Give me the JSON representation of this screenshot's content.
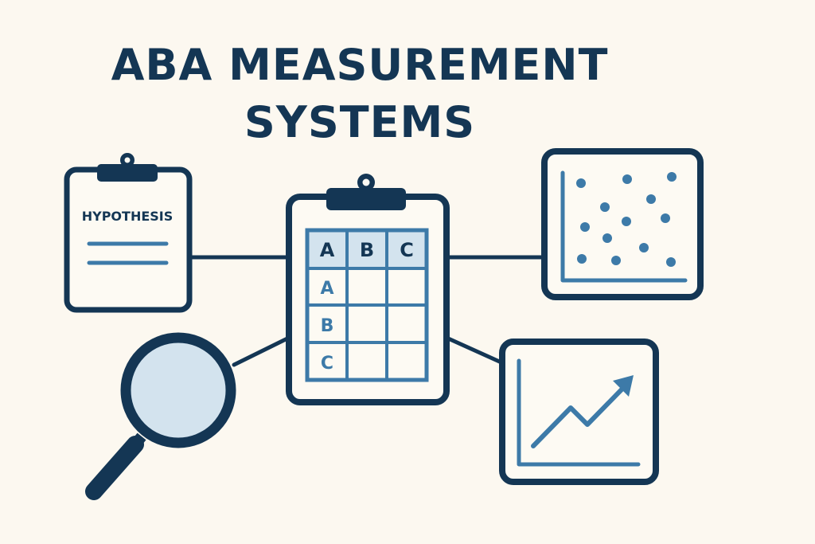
{
  "title": {
    "line1": "ABA MEASUREMENT",
    "line2": "SYSTEMS"
  },
  "colors": {
    "background": "#fcf8f0",
    "navy": "#143654",
    "accent_blue": "#3d7aa8",
    "light_blue": "#d3e3ee"
  },
  "hypothesis_card": {
    "label": "HYPOTHESIS",
    "icon": "clipboard-icon"
  },
  "data_sheet": {
    "icon": "clipboard-icon",
    "column_headers": [
      "A",
      "B",
      "C"
    ],
    "row_labels": [
      "A",
      "B",
      "C"
    ]
  },
  "scatter_card": {
    "icon": "scatter-plot-icon",
    "point_count": 13
  },
  "line_chart_card": {
    "icon": "trending-up-chart-icon"
  },
  "magnifier": {
    "icon": "magnifying-glass-icon"
  }
}
